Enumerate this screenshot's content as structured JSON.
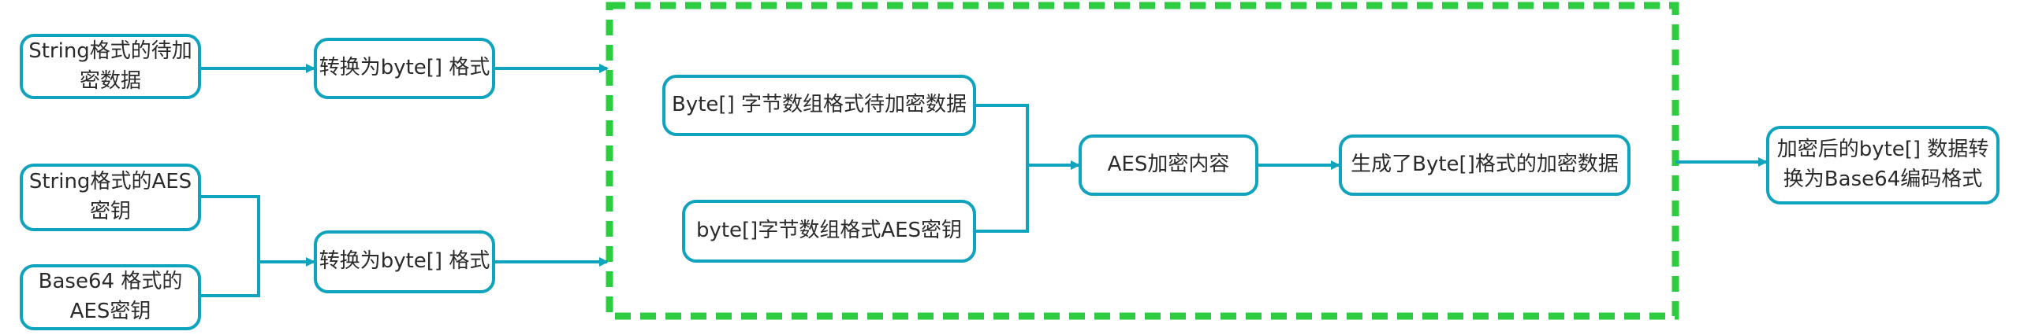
{
  "diagram": {
    "title": "",
    "nodes": {
      "str_data": {
        "lines": [
          "String格式的待加",
          "密数据"
        ]
      },
      "to_bytes_1": {
        "lines": [
          "转换为byte[] 格式"
        ]
      },
      "str_key": {
        "lines": [
          "String格式的AES",
          "密钥"
        ]
      },
      "b64_key": {
        "lines": [
          "Base64 格式的",
          "AES密钥"
        ]
      },
      "to_bytes_2": {
        "lines": [
          "转换为byte[] 格式"
        ]
      },
      "byte_data": {
        "lines": [
          "Byte[] 字节数组格式待加密数据"
        ]
      },
      "byte_key": {
        "lines": [
          "byte[]字节数组格式AES密钥"
        ]
      },
      "aes_encrypt": {
        "lines": [
          "AES加密内容"
        ]
      },
      "gen_bytes": {
        "lines": [
          "生成了Byte[]格式的加密数据"
        ]
      },
      "to_base64": {
        "lines": [
          "加密后的byte[] 数据转",
          "换为Base64编码格式"
        ]
      }
    },
    "colors": {
      "node_border": "#10a3bd",
      "edge": "#10a3bd",
      "group_border": "#2ecc40",
      "text": "#2b2b2b"
    }
  }
}
